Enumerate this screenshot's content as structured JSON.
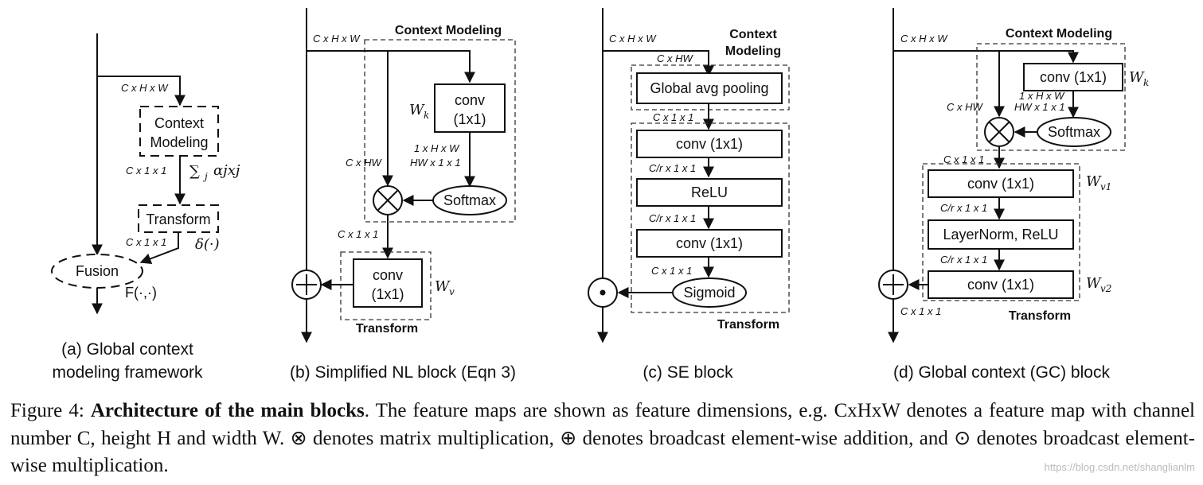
{
  "dims": {
    "chw": "C x H x W",
    "chw_nospace": "C x HW",
    "c11": "C x 1 x 1",
    "cr11": "C/r x 1 x 1",
    "onehw": "1 x H x W",
    "hw11": "HW x 1 x 1"
  },
  "panel_a": {
    "context_modeling": [
      "Context",
      "Modeling"
    ],
    "transform": "Transform",
    "fusion": "Fusion",
    "sum_expr": "∑",
    "sum_sub": "j",
    "sum_rest": "αjxj",
    "delta": "δ(·)",
    "fusion_fn": "F(·,·)",
    "caption": [
      "(a) Global context",
      "modeling framework"
    ]
  },
  "panel_b": {
    "context_title": "Context Modeling",
    "conv": [
      "conv",
      "(1x1)"
    ],
    "softmax": "Softmax",
    "transform_title": "Transform",
    "wk": "W",
    "wk_sub": "k",
    "wv": "W",
    "wv_sub": "v",
    "caption": "(b) Simplified NL block (Eqn 3)"
  },
  "panel_c": {
    "context_title": [
      "Context",
      "Modeling"
    ],
    "gap": "Global avg pooling",
    "conv": "conv (1x1)",
    "relu": "ReLU",
    "sigmoid": "Sigmoid",
    "transform_title": "Transform",
    "caption": "(c) SE block"
  },
  "panel_d": {
    "context_title": "Context Modeling",
    "conv": "conv (1x1)",
    "softmax": "Softmax",
    "layernorm": "LayerNorm, ReLU",
    "transform_title": "Transform",
    "wk": "W",
    "wk_sub": "k",
    "wv1": "W",
    "wv1_sub": "v1",
    "wv2": "W",
    "wv2_sub": "v2",
    "caption": "(d) Global context (GC) block"
  },
  "caption": {
    "prefix": "Figure 4: ",
    "bold": "Architecture of the main blocks",
    "rest": ". The feature maps are shown as feature dimensions, e.g. CxHxW denotes a feature map with channel number C, height H and width W. ⊗ denotes matrix multiplication, ⊕ denotes broadcast element-wise addition, and ⊙ denotes broadcast element-wise multiplication."
  },
  "watermark": "https://blog.csdn.net/shanglianlm"
}
